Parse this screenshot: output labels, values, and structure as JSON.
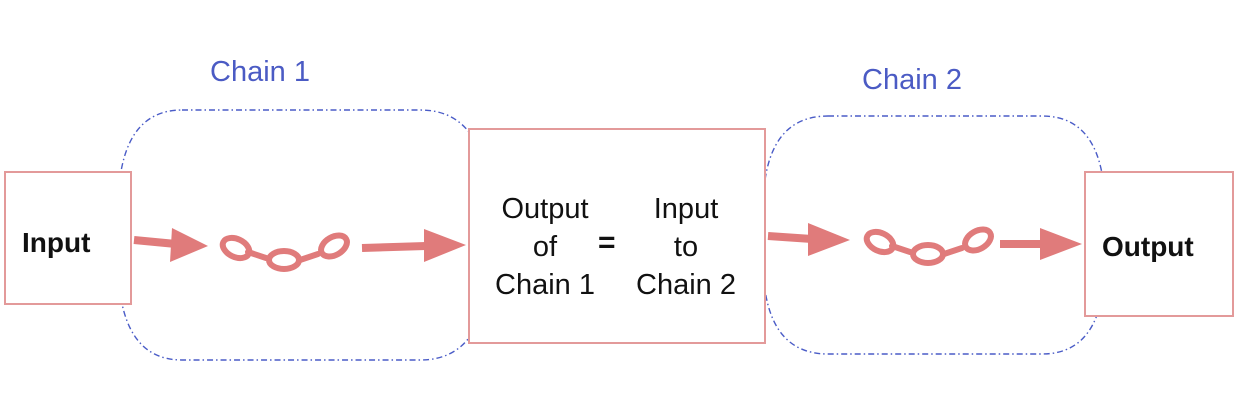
{
  "colors": {
    "box_border": "#e39a9a",
    "arrow": "#e07b7b",
    "chain_outline": "#4a5cc7",
    "chain_title": "#4b5bc4",
    "text": "#111111"
  },
  "nodes": {
    "input": {
      "label": "Input"
    },
    "middle": {
      "left_lines": [
        "Output",
        "of",
        "Chain 1"
      ],
      "equals": "=",
      "right_lines": [
        "Input",
        "to",
        "Chain 2"
      ]
    },
    "output": {
      "label": "Output"
    }
  },
  "groups": {
    "chain1": {
      "label": "Chain 1"
    },
    "chain2": {
      "label": "Chain 2"
    }
  },
  "icons": {
    "chain": "chain-link-icon",
    "arrow": "arrow-right-icon"
  }
}
